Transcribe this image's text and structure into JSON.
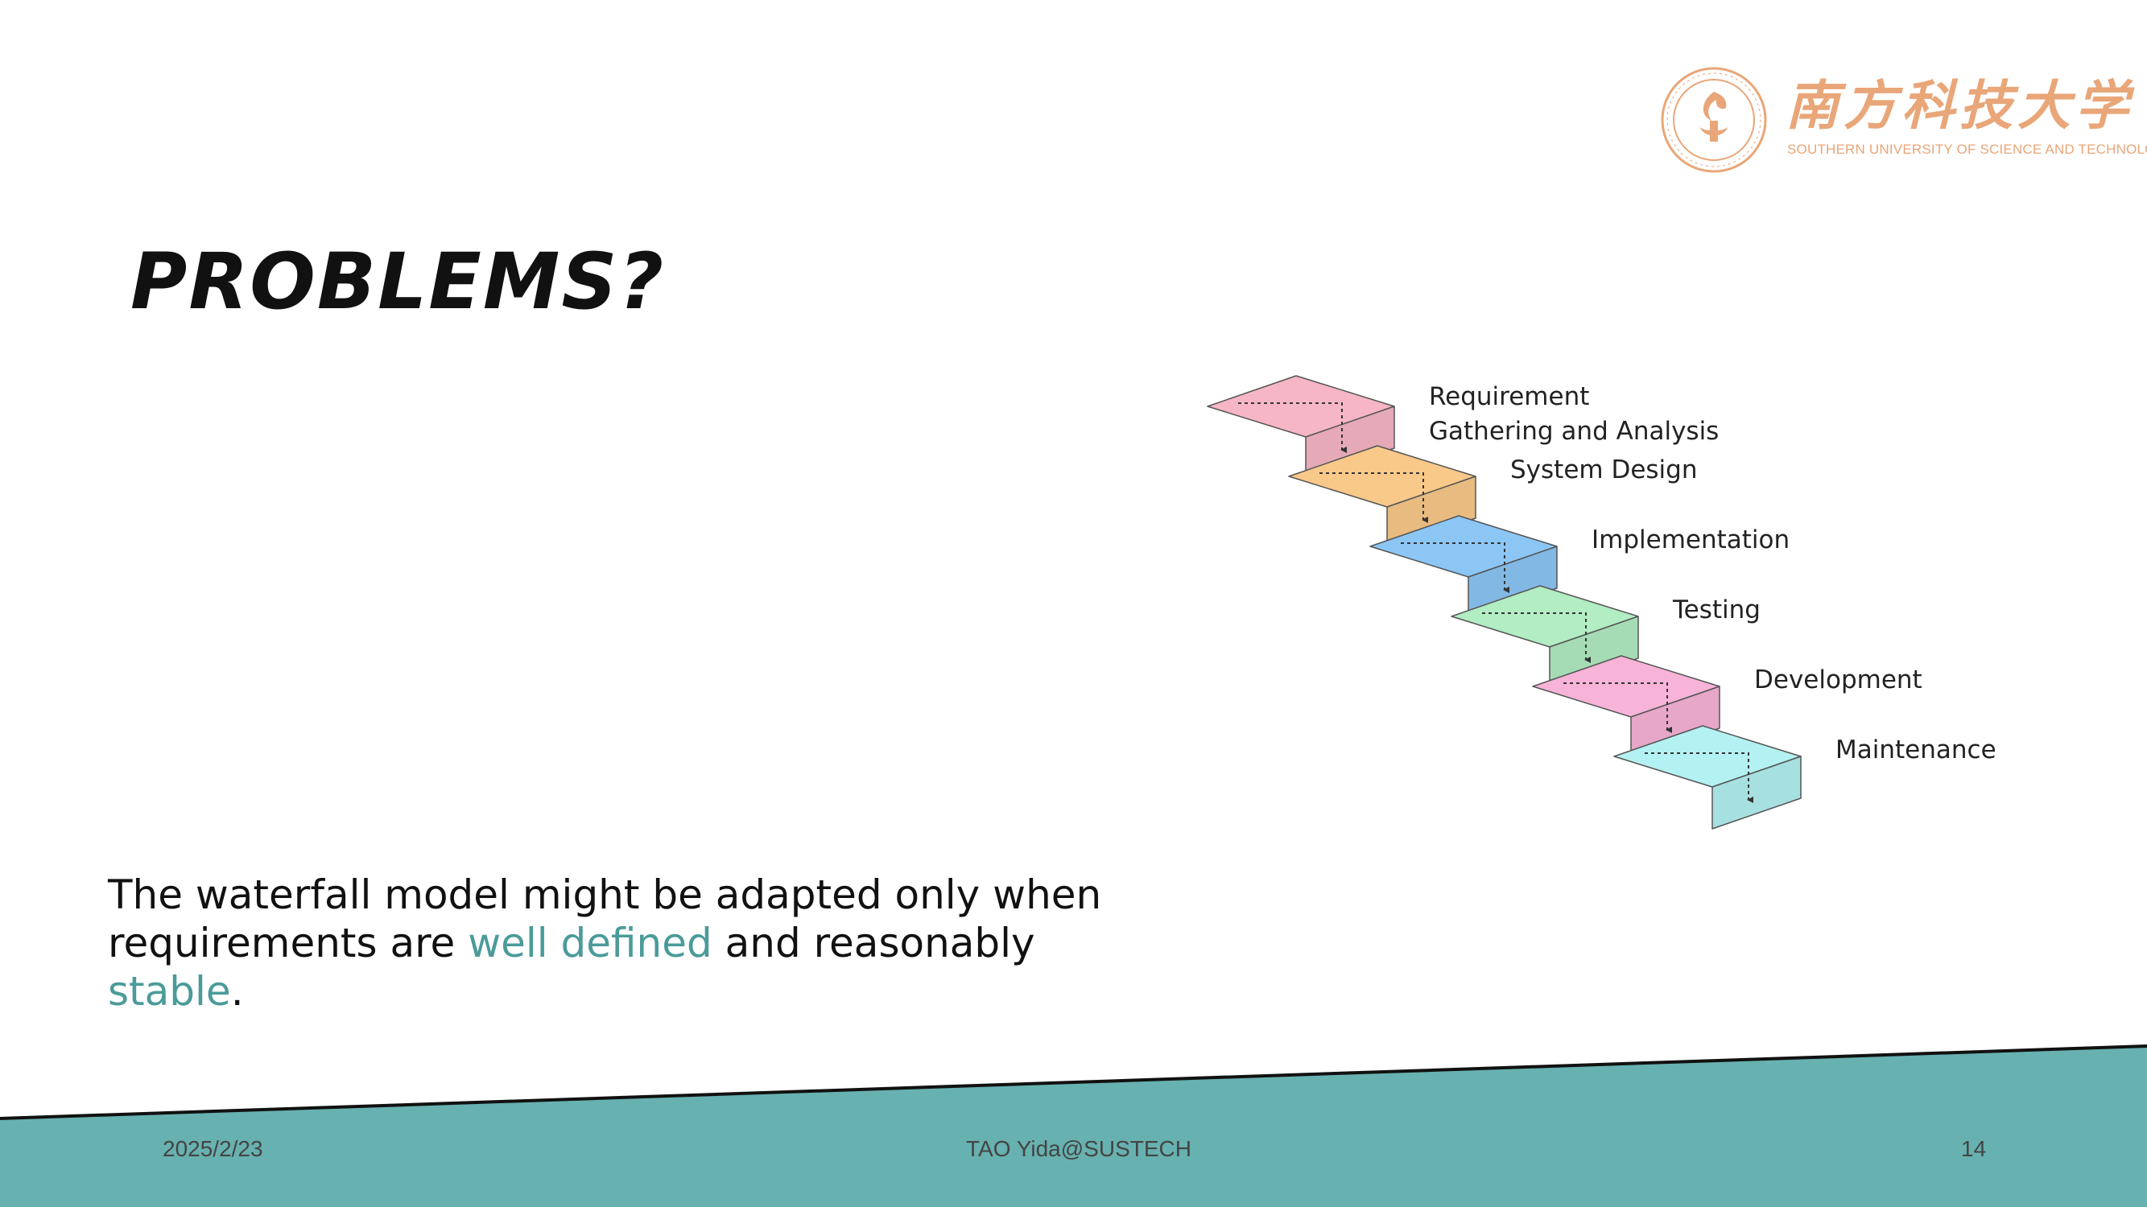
{
  "title": "PROBLEMS?",
  "logo": {
    "cn_name": "南方科技大学",
    "en_name": "SOUTHERN UNIVERSITY OF SCIENCE AND TECHNOLOGY"
  },
  "body": {
    "line1": "The waterfall model might be adapted only when",
    "part1": "requirements are ",
    "highlight1": "well defined",
    "part2": " and reasonably ",
    "highlight2": "stable",
    "part3": "."
  },
  "diagram": {
    "stages": [
      {
        "label_lines": [
          "Requirement",
          "Gathering and Analysis"
        ],
        "color": "#f6b6c6"
      },
      {
        "label_lines": [
          "System Design"
        ],
        "color": "#f9c98a"
      },
      {
        "label_lines": [
          "Implementation"
        ],
        "color": "#8cc6f5"
      },
      {
        "label_lines": [
          "Testing"
        ],
        "color": "#b2edc3"
      },
      {
        "label_lines": [
          "Development"
        ],
        "color": "#f7b4d8"
      },
      {
        "label_lines": [
          "Maintenance"
        ],
        "color": "#b4f1f2"
      }
    ]
  },
  "footer": {
    "date": "2025/2/23",
    "author": "TAO Yida@SUSTECH",
    "page": "14"
  },
  "colors": {
    "accent": "#4a9b99",
    "footer_band": "#67b1b0",
    "logo": "#e9a678"
  }
}
